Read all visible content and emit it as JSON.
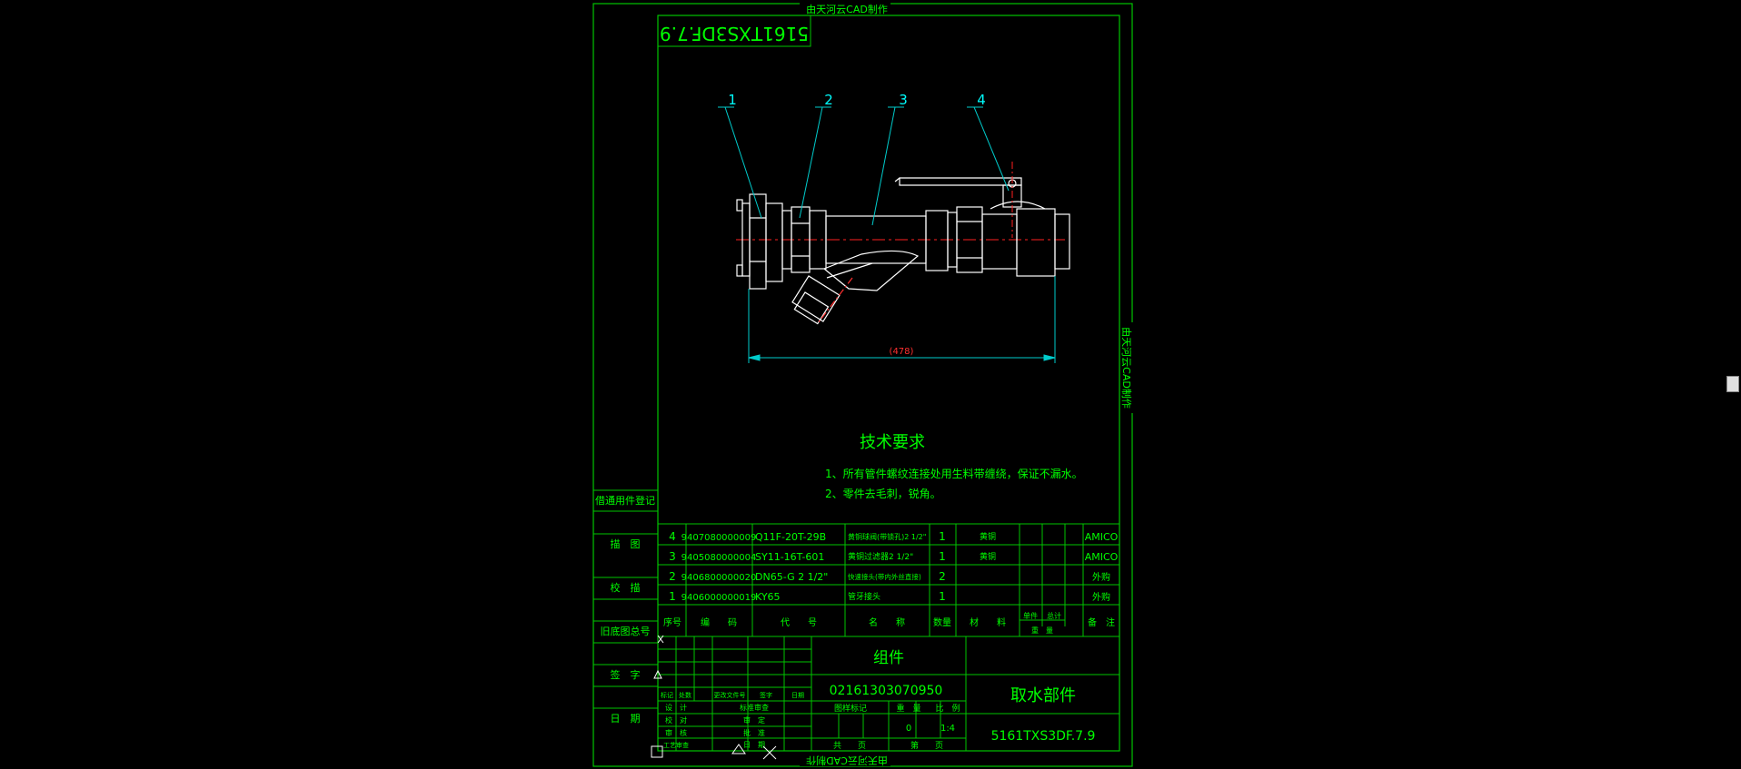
{
  "viewer": {
    "watermark": "由天河云CAD制作"
  },
  "title_ribbon": "5161TXS3DF.7.9",
  "balloons": [
    "1",
    "2",
    "3",
    "4"
  ],
  "dimension": "(478)",
  "tech": {
    "title": "技术要求",
    "notes": [
      "1、所有管件螺纹连接处用生料带缠绕，保证不漏水。",
      "2、零件去毛刺，锐角。"
    ]
  },
  "left_strip": [
    "借通用件登记",
    "描　图",
    "校　描",
    "旧底图总号",
    "签　字",
    "日　期"
  ],
  "bom": {
    "rows": [
      {
        "seq": "4",
        "code": "9407080000009",
        "model": "Q11F-20T-29B",
        "name": "黄铜球阀(带锁孔)2 1/2\"",
        "qty": "1",
        "material": "黄铜",
        "unit_w": "",
        "total_w": "",
        "note": "AMICO"
      },
      {
        "seq": "3",
        "code": "9405080000004",
        "model": "SY11-16T-601",
        "name": "黄铜过滤器2 1/2\"",
        "qty": "1",
        "material": "黄铜",
        "unit_w": "",
        "total_w": "",
        "note": "AMICO"
      },
      {
        "seq": "2",
        "code": "9406800000020",
        "model": "DN65-G 2 1/2\"",
        "name": "快速接头(带内外丝直接)",
        "qty": "2",
        "material": "",
        "unit_w": "",
        "total_w": "",
        "note": "外购"
      },
      {
        "seq": "1",
        "code": "9406000000019",
        "model": "KY65",
        "name": "管牙接头",
        "qty": "1",
        "material": "",
        "unit_w": "",
        "total_w": "",
        "note": "外购"
      }
    ],
    "header": {
      "seq": "序号",
      "code": "编　　码",
      "model": "代　　号",
      "name": "名　　称",
      "qty": "数量",
      "material": "材　　料",
      "unit_w": "单件",
      "total_w": "总计",
      "weight": "重　量",
      "note": "备　注"
    }
  },
  "title_block": {
    "category": "组件",
    "code": "02161303070950",
    "part_name": "取水部件",
    "drawing_no": "5161TXS3DF.7.9",
    "mark_label": "图样标记",
    "weight_label": "重　量",
    "scale_label": "比　例",
    "weight_value": "0",
    "scale_value": "1:4",
    "sheets_label": "共　　页",
    "sheet_label": "第　　页",
    "revision_headers": [
      "标记",
      "处数",
      "更改文件号",
      "签字",
      "日期"
    ],
    "roles_left": [
      "设　计",
      "校　对",
      "审　核",
      "工艺审查"
    ],
    "roles_right": [
      "标准审查",
      "审　定",
      "批　准",
      "日　期"
    ]
  },
  "colors": {
    "frame": "#00c400",
    "text": "#00ff00",
    "drawing": "#ffffff",
    "leader": "#00cccc",
    "center": "#ff2020",
    "dimension": "#ff3030",
    "background": "#000000"
  }
}
